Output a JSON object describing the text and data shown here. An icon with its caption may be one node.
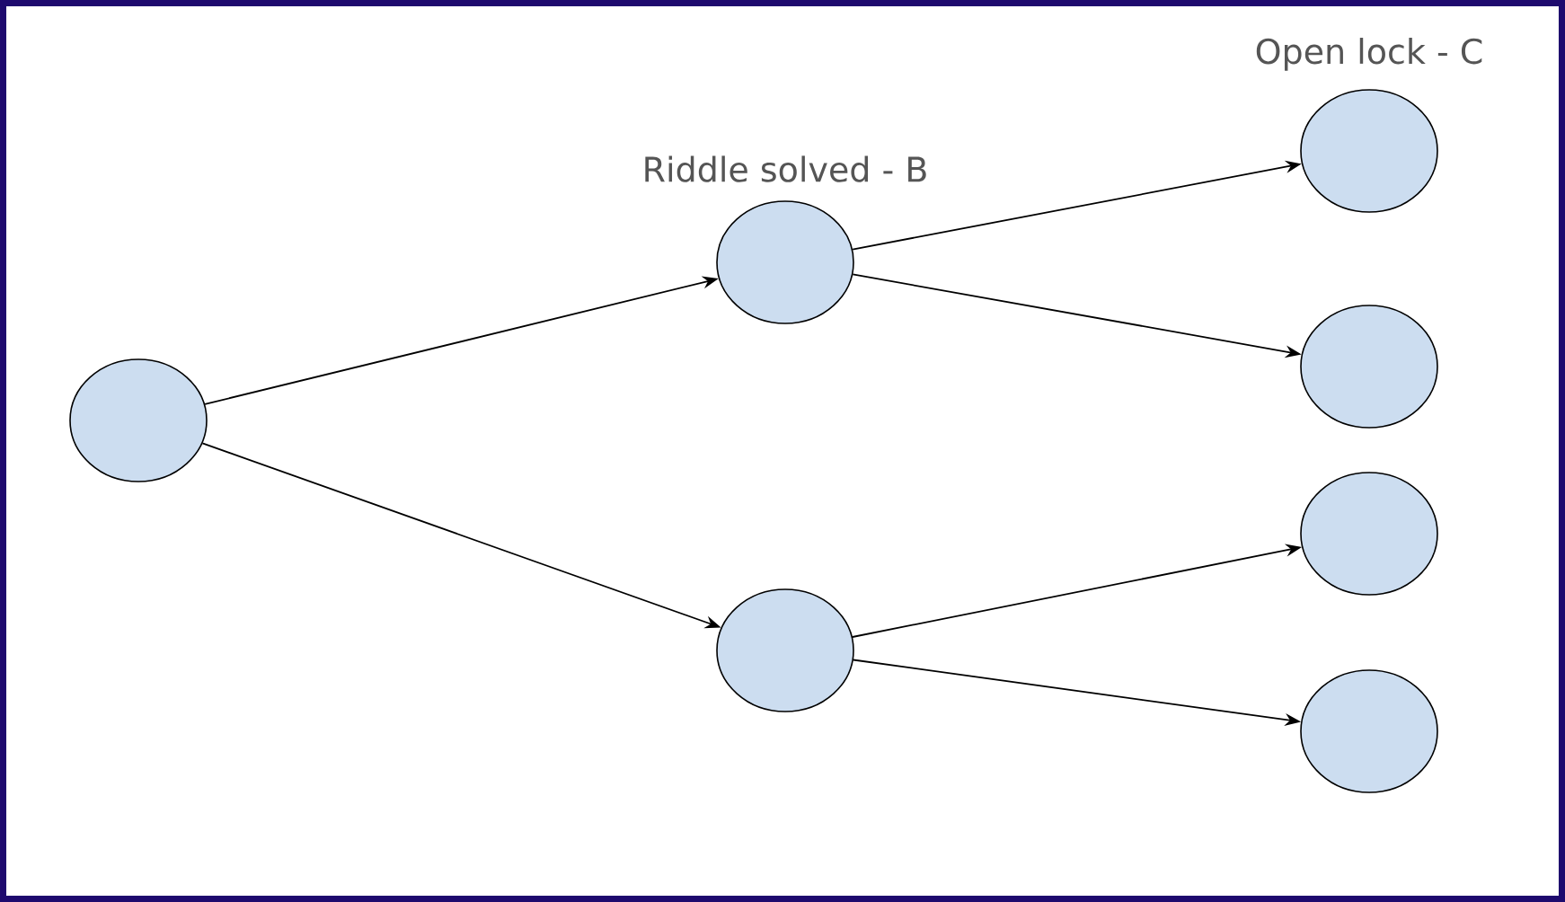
{
  "diagram": {
    "nodes": [
      {
        "text": [],
        "shape": "circle"
      },
      {
        "text": [
          "Riddle solved - B"
        ]
      },
      {
        "text": [],
        "shape": "circle"
      },
      {
        "text": [
          "Open lock - C"
        ]
      },
      {
        "text": [],
        "shape": "circle"
      },
      {
        "text": [],
        "shape": "circle"
      },
      {
        "text": [],
        "shape": "circle"
      }
    ],
    "edges": [
      {
        "from": 0,
        "to": 1,
        "arrow": "to"
      },
      {
        "from": 0,
        "to": 2,
        "arrow": "to"
      },
      {
        "from": 1,
        "to": 3,
        "arrow": "to"
      },
      {
        "from": 1,
        "to": 4,
        "arrow": "to"
      },
      {
        "from": 2,
        "to": 5,
        "arrow": "to"
      },
      {
        "from": 2,
        "to": 6,
        "arrow": "to"
      }
    ]
  }
}
